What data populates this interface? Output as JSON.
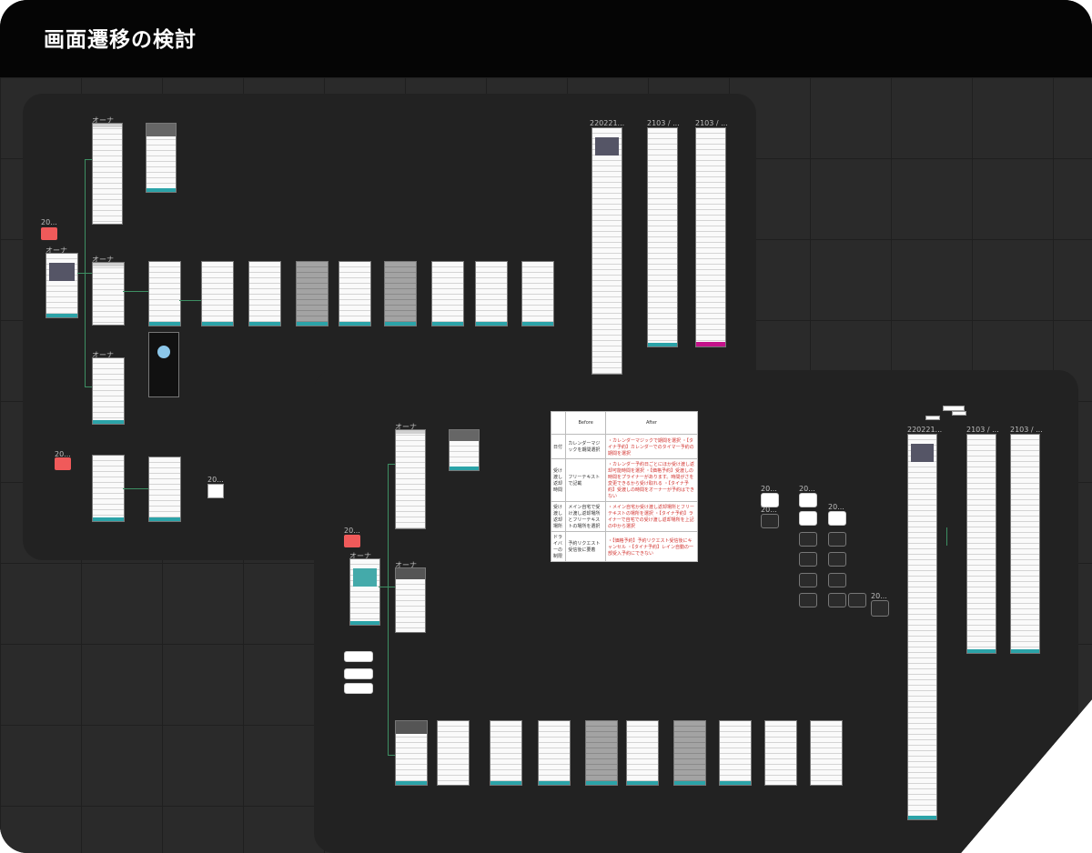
{
  "header": {
    "title": "画面遷移の検討"
  },
  "labels": {
    "owner": "オーナ",
    "version_2022": "220221...",
    "version_2103": "2103 / ...",
    "short_20": "20..."
  },
  "comparison": {
    "headers": [
      "",
      "Before",
      "After"
    ],
    "rows": [
      {
        "label": "日付",
        "before": "カレンダーマジックを期間選択",
        "after": "・カレンダーマジックで期間を選択\n・【タイナ予約】カレンダーでのタイマー予約の期間を選択"
      },
      {
        "label": "受け渡し返却時間",
        "before": "フリーテキストで記載",
        "after": "・カレンダー予約日ごとにほか受け渡し返却可能時間を選択\n・【価格予約】受渡しの時間をプライナーがあります。時間がさを変更できるから受け取れる\n・【タイナ予約】受渡しの時間をオーナーが予約はできない"
      },
      {
        "label": "受け渡し返却場所",
        "before": "メイン自宅で受け渡し返却場所とフリーテキストの場所を選択",
        "after": "・メイン自宅か受け渡し返却場所とフリーテキストの場所を選択\n・【タイナ予約】ライナーで自宅での受け渡し返却場所を上記の中から選択"
      },
      {
        "label": "ドライバーの制限",
        "before": "予約リクエスト受信後に要着",
        "after": "・【価格予約】予約リクエスト受信後にキャンセル\n・【タイナ予約】レイン自動の一部受入予約にできない"
      }
    ]
  },
  "colors": {
    "accent": "#2ba3a8",
    "sticky": "#f05a5a",
    "connector": "#3d8f63",
    "highlight": "#c4128a"
  }
}
